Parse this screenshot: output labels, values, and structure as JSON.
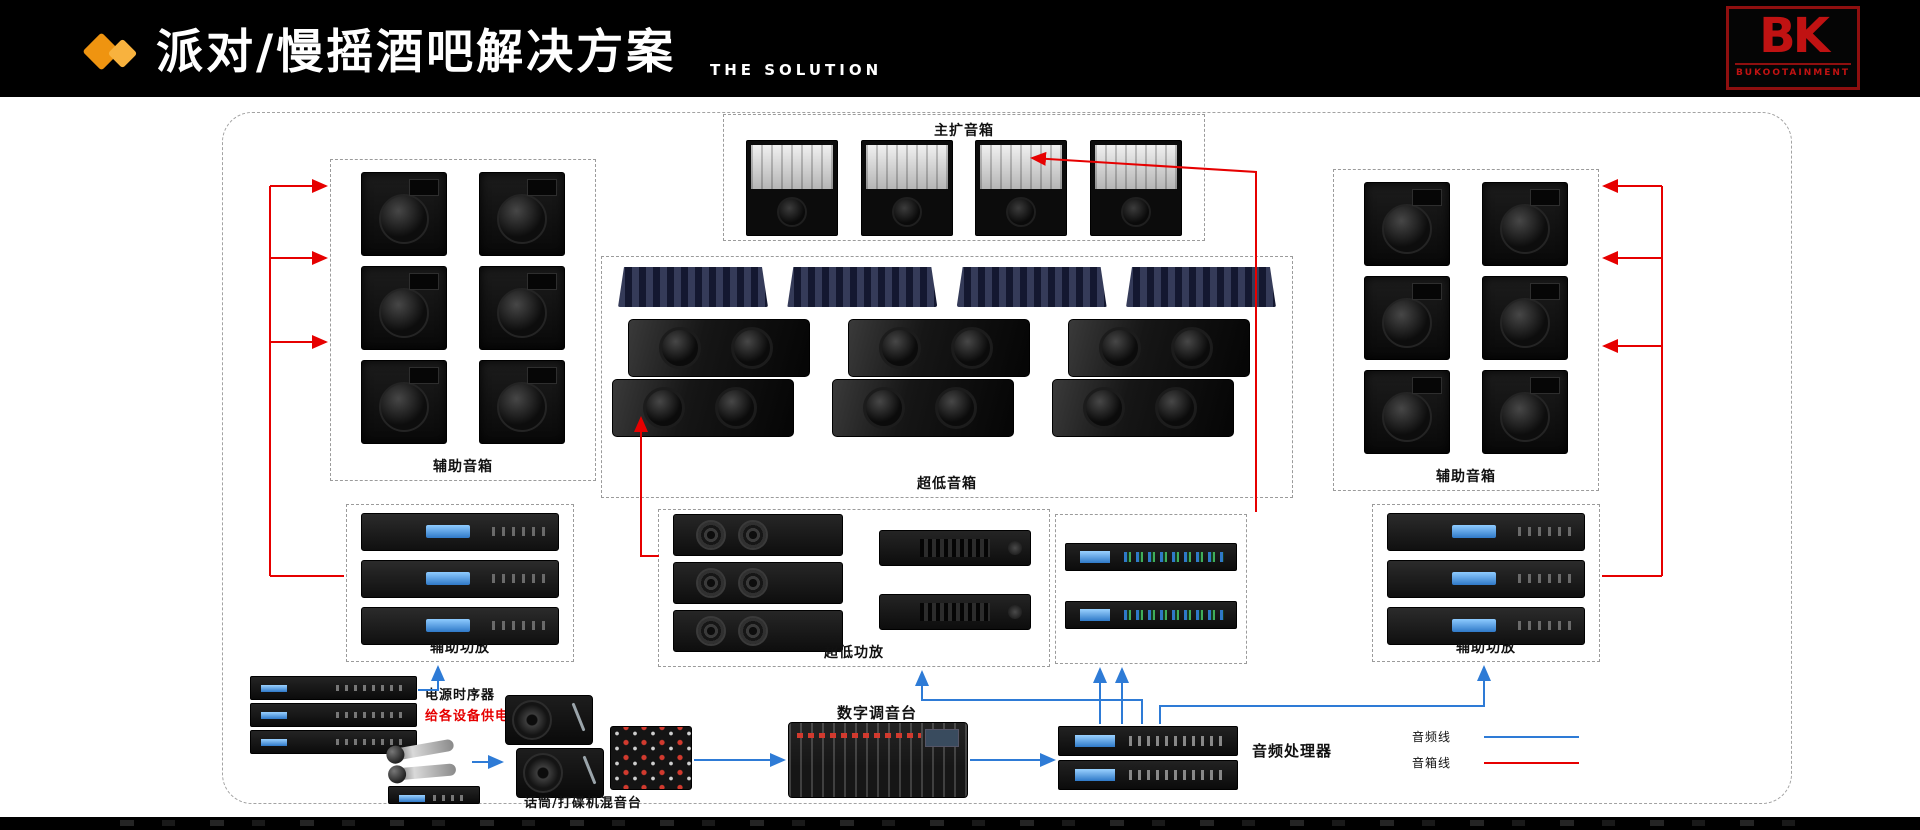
{
  "header": {
    "title": "派对/慢摇酒吧解决方案",
    "subtitle": "THE SOLUTION",
    "logo": {
      "monogram": "BK",
      "brand": "BUKOOTAINMENT"
    }
  },
  "diagram": {
    "boxes": {
      "main_speakers": {
        "label": "主扩音箱"
      },
      "subwoofers": {
        "label": "超低音箱"
      },
      "aux_speakers_left": {
        "label": "辅助音箱"
      },
      "aux_speakers_right": {
        "label": "辅助音箱"
      },
      "aux_amps_left": {
        "label": "辅助功放"
      },
      "sub_amps": {
        "label": "超低功放"
      },
      "aux_amps_right": {
        "label": "辅助功放"
      }
    },
    "devices": {
      "power_sequencer": {
        "label": "电源时序器",
        "note": "给各设备供电"
      },
      "mic_dj_mixer": {
        "label": "话筒/打碟机混音台"
      },
      "digital_console": {
        "label": "数字调音台"
      },
      "audio_processor": {
        "label": "音频处理器"
      }
    },
    "legend": {
      "audio_line": {
        "label": "音频线",
        "color": "#2e7bd6"
      },
      "speaker_line": {
        "label": "音箱线",
        "color": "#e60000"
      }
    },
    "colors": {
      "accent_orange": "#ef9410",
      "brand_red": "#c01212",
      "signal_blue": "#2e7bd6",
      "speaker_red": "#e60000"
    }
  }
}
